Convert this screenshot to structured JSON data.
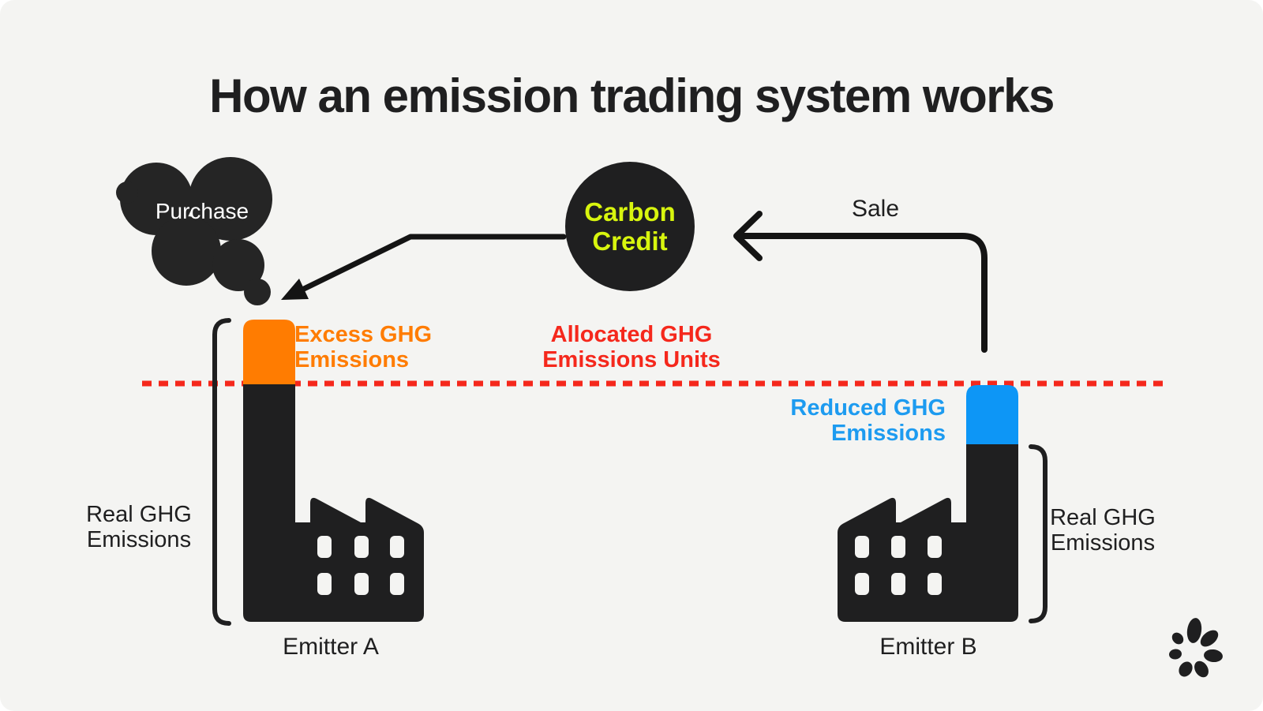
{
  "title": "How an emission trading system works",
  "purchase": {
    "label": "Purchase"
  },
  "carbon_credit": {
    "label": "Carbon Credit"
  },
  "sale": {
    "label": "Sale"
  },
  "allocated_limit": {
    "label": "Allocated GHG Emissions Units"
  },
  "emitter_a": {
    "name": "Emitter A",
    "excess_label": "Excess GHG Emissions",
    "real_label": "Real GHG Emissions"
  },
  "emitter_b": {
    "name": "Emitter B",
    "reduced_label": "Reduced GHG Emissions",
    "real_label": "Real GHG Emissions"
  },
  "colors": {
    "background": "#f4f4f2",
    "ink": "#1f1f20",
    "excess_orange": "#ff7c01",
    "reduced_blue": "#0d96f6",
    "reduced_blue_text": "#1d9bf0",
    "limit_red": "#f5281c",
    "carbon_credit_lime": "#d8f50e",
    "cloud_text_white": "#ffffff"
  }
}
